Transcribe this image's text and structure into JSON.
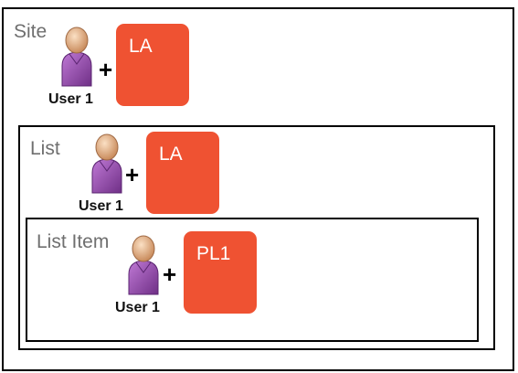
{
  "site": {
    "label": "Site",
    "user": "User 1",
    "plus": "+",
    "permission": "LA"
  },
  "list": {
    "label": "List",
    "user": "User 1",
    "plus": "+",
    "permission": "LA"
  },
  "list_item": {
    "label": "List Item",
    "user": "User 1",
    "plus": "+",
    "permission": "PL1"
  },
  "colors": {
    "permission_tile": "#ef5232",
    "scope_label": "#6f6f6f",
    "user_body": "#9b4fb2",
    "user_head": "#e8b48a"
  }
}
